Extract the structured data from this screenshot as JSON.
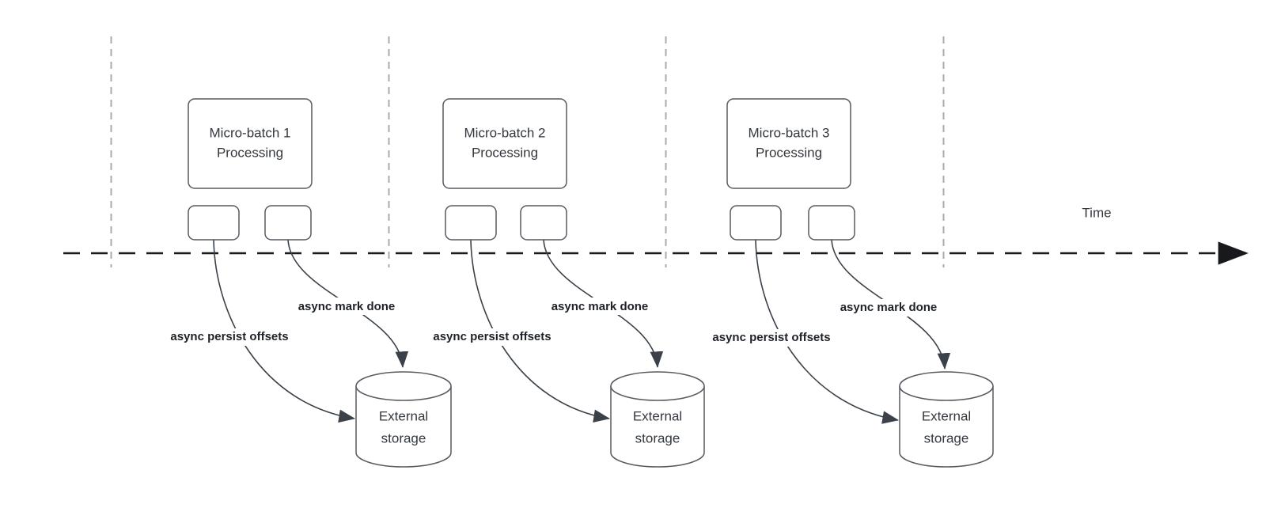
{
  "timeline": {
    "label": "Time"
  },
  "sections": [
    {
      "process_line1": "Micro-batch 1",
      "process_line2": "Processing",
      "persist_label": "async persist offsets",
      "mark_done_label": "async mark done",
      "storage_line1": "External",
      "storage_line2": "storage"
    },
    {
      "process_line1": "Micro-batch 2",
      "process_line2": "Processing",
      "persist_label": "async persist offsets",
      "mark_done_label": "async mark done",
      "storage_line1": "External",
      "storage_line2": "storage"
    },
    {
      "process_line1": "Micro-batch 3",
      "process_line2": "Processing",
      "persist_label": "async persist offsets",
      "mark_done_label": "async mark done",
      "storage_line1": "External",
      "storage_line2": "storage"
    }
  ],
  "colors": {
    "background": "#ffffff",
    "shape-fill": "#ffffff",
    "shape-stroke": "#565b61",
    "edge-stroke": "#3a4149",
    "timeline-stroke": "#17191c",
    "guide-stroke": "#a9abae",
    "node-text": "#33383e",
    "edge-label-text": "#1e2228"
  }
}
